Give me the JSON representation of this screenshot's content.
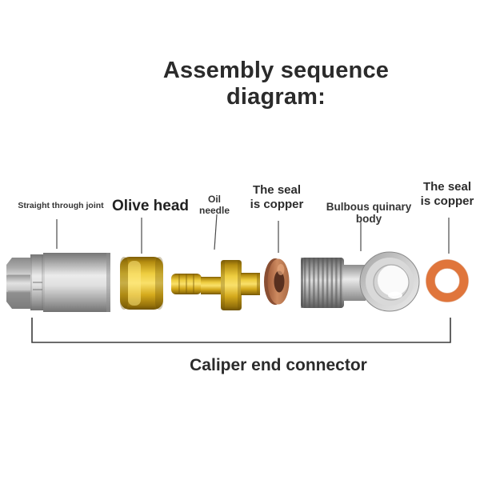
{
  "title": "Assembly sequence diagram:",
  "parts": {
    "straight_through_joint": {
      "label": "Straight through joint"
    },
    "olive_head": {
      "label": "Olive head"
    },
    "oil_needle": {
      "label_lines": [
        "Oil",
        "needle"
      ]
    },
    "seal_copper_left": {
      "label_lines": [
        "The seal",
        "is copper"
      ]
    },
    "bulbous_quinary_body": {
      "label": "Bulbous quinary body"
    },
    "seal_copper_right": {
      "label_lines": [
        "The seal",
        "is copper"
      ]
    }
  },
  "footer": {
    "caliper_end_connector": "Caliper end connector"
  },
  "colors": {
    "gold": "#e3b722",
    "silver": "#c6c6c6",
    "copper_washer": "#c8835a",
    "copper_oring": "#e0753b",
    "leader_line": "#4a4a4a",
    "bracket_line": "#3c3c3c",
    "text": "#2b2b2b"
  }
}
